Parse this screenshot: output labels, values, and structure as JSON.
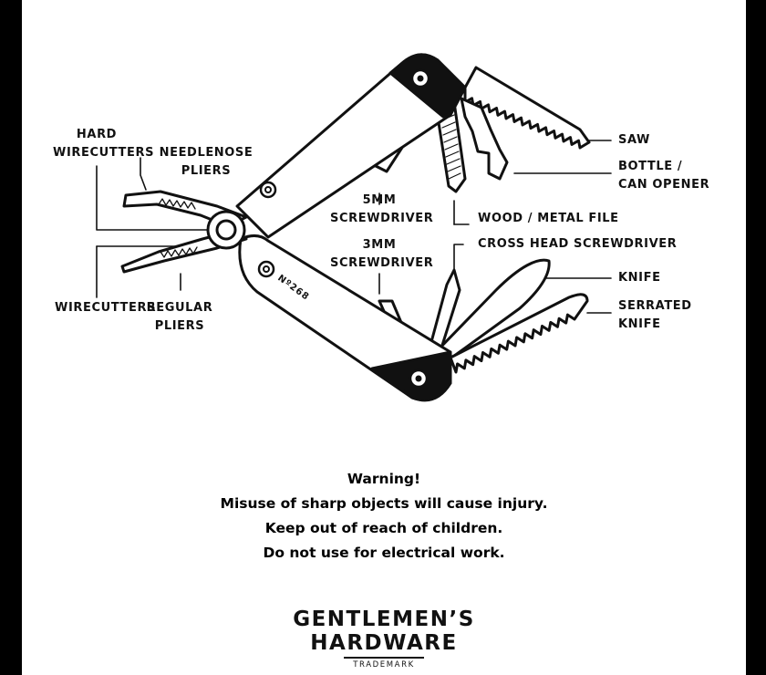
{
  "labels": {
    "hard_wirecutters": [
      "HARD",
      "WIRECUTTERS"
    ],
    "needlenose_pliers": [
      "NEEDLENOSE",
      "PLIERS"
    ],
    "wirecutters": "WIRECUTTERS",
    "regular_pliers": [
      "REGULAR",
      "PLIERS"
    ],
    "screwdriver_5mm": [
      "5MM",
      "SCREWDRIVER"
    ],
    "screwdriver_3mm": [
      "3MM",
      "SCREWDRIVER"
    ],
    "wood_metal_file": "WOOD / METAL FILE",
    "cross_head_screwdriver": "CROSS HEAD SCREWDRIVER",
    "saw": "SAW",
    "bottle_can_opener": [
      "BOTTLE /",
      "CAN OPENER"
    ],
    "knife": "KNIFE",
    "serrated_knife": [
      "SERRATED",
      "KNIFE"
    ]
  },
  "tool_number": "Nº268",
  "warning": [
    "Warning!",
    "Misuse of sharp objects will cause injury.",
    "Keep out of reach of children.",
    "Do not use for electrical work."
  ],
  "brand": {
    "line1": "GENTLEMEN’S",
    "line2": "HARDWARE",
    "trademark": "TRADEMARK"
  },
  "colors": {
    "ink": "#111111",
    "paper": "#ffffff",
    "frame": "#000000"
  }
}
